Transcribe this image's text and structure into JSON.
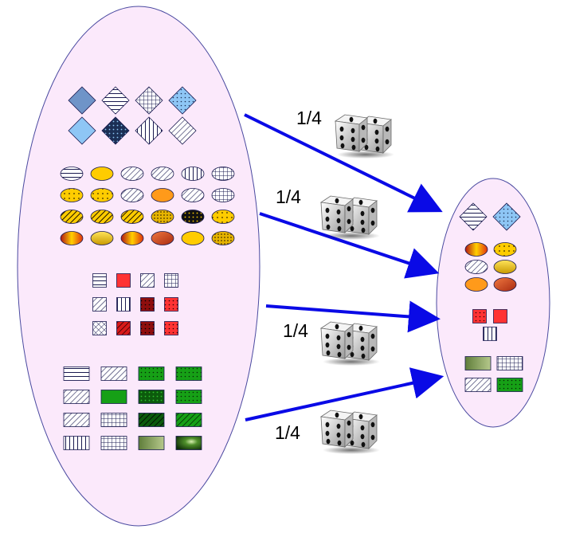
{
  "colors": {
    "set_fill": "#fbe9fb",
    "set_stroke": "#4a4aa0",
    "arrow": "#0a0ae6",
    "shape_stroke": "#1a1a50",
    "diamond_blue": "#6f94c8",
    "light_blue": "#8ec6f5",
    "navy": "#1b2f55",
    "yellow": "#ffcc00",
    "orange": "#ff9a1a",
    "red": "#ff3333",
    "dark_red": "#8e0e0e",
    "green": "#16a016",
    "dark_green": "#0c5a0c",
    "olive": "#8aa45a"
  },
  "arrows": [
    {
      "label": "1/4",
      "icon": "dice-icon"
    },
    {
      "label": "1/4",
      "icon": "dice-icon"
    },
    {
      "label": "1/4",
      "icon": "dice-icon"
    },
    {
      "label": "1/4",
      "icon": "dice-icon"
    }
  ],
  "groups": {
    "population_diamonds": [
      "solid-blue",
      "h-stripes",
      "grid",
      "light-blue-dots",
      "light-blue",
      "navy-dots",
      "v-stripes",
      "diag-stripes"
    ],
    "population_ovals": [
      "h-stripes",
      "yellow",
      "diag-stripes",
      "diag-stripes",
      "v-stripes",
      "grid",
      "yellow-dots",
      "yellow-dots",
      "diag-stripes",
      "orange",
      "diag-stripes",
      "grid",
      "yellow-hatch",
      "yellow-hatch",
      "yellow-hatch",
      "yellow-grid",
      "black-dots",
      "yellow-dots",
      "yellow-red-gradient",
      "yellow-gradient",
      "yellow-red-gradient",
      "red-gradient",
      "yellow",
      "yellow-grid"
    ],
    "population_squares": [
      "h-stripes",
      "red",
      "diag-stripes",
      "grid",
      "diag-stripes",
      "v-stripes",
      "dark-red-dots",
      "red-dots",
      "cross-hatch",
      "red-hatch",
      "dark-red-dots",
      "red-dots"
    ],
    "population_rects": [
      "h-stripes",
      "diag-stripes",
      "green-dots",
      "green-dots",
      "diag-stripes",
      "green",
      "dark-green-dots",
      "green-dots",
      "diag-stripes",
      "grid",
      "dark-green-hatch",
      "green-hatch",
      "v-stripes",
      "grid",
      "olive",
      "photo"
    ],
    "sample_diamonds": [
      "h-stripes",
      "light-blue-dots"
    ],
    "sample_ovals": [
      "yellow-red-gradient",
      "yellow-dots",
      "diag-stripes",
      "yellow-gradient",
      "orange",
      "red-gradient"
    ],
    "sample_squares": [
      "red-dots",
      "red",
      "v-stripes"
    ],
    "sample_rects": [
      "olive",
      "grid",
      "diag-stripes",
      "green-dots"
    ]
  }
}
